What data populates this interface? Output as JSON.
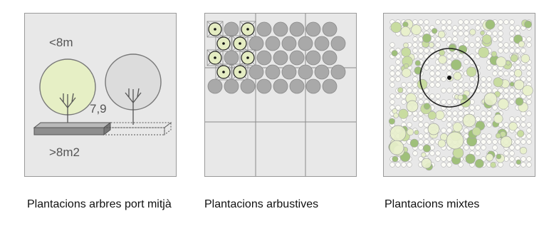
{
  "panels": [
    {
      "id": "trees",
      "labels": {
        "height": "<8m",
        "distance": "7,9",
        "area": ">8m2"
      },
      "caption": "Plantacions arbres port mitjà",
      "colors": {
        "tree_left": "#e6efc5",
        "tree_right": "#dcdcdc",
        "planter": "#8e8e8e"
      }
    },
    {
      "id": "shrubs",
      "caption": "Plantacions arbustives",
      "colors": {
        "shrub": "#a9a9a9",
        "highlight": "#e4ecc2"
      }
    },
    {
      "id": "mixed",
      "caption": "Plantacions mixtes",
      "colors": {
        "light": "#e8f0cc",
        "mid": "#c8dca0",
        "dark": "#9fc07a",
        "cell": "#fbfbf6"
      }
    }
  ]
}
